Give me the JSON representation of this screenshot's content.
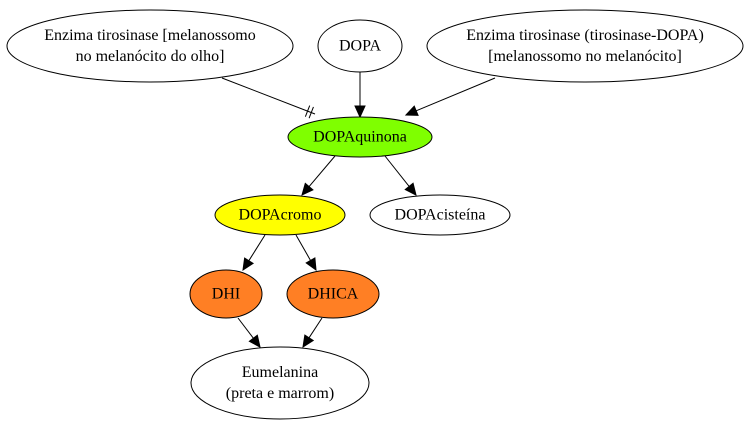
{
  "diagram": {
    "nodes": [
      {
        "id": "tyr_eye",
        "lines": [
          "Enzima tirosinase [melanossomo",
          "no melanócito do olho]"
        ],
        "fill": "#ffffff"
      },
      {
        "id": "dopa",
        "lines": [
          "DOPA"
        ],
        "fill": "#ffffff"
      },
      {
        "id": "tyr_skin",
        "lines": [
          "Enzima tirosinase (tirosinase-DOPA)",
          "[melanossomo no melanócito]"
        ],
        "fill": "#ffffff"
      },
      {
        "id": "dopaquinona",
        "lines": [
          "DOPAquinona"
        ],
        "fill": "#7fff00"
      },
      {
        "id": "dopacromo",
        "lines": [
          "DOPAcromo"
        ],
        "fill": "#ffff00"
      },
      {
        "id": "dopacisteina",
        "lines": [
          "DOPAcisteína"
        ],
        "fill": "#ffffff"
      },
      {
        "id": "dhi",
        "lines": [
          "DHI"
        ],
        "fill": "#ff7f24"
      },
      {
        "id": "dhica",
        "lines": [
          "DHICA"
        ],
        "fill": "#ff7f24"
      },
      {
        "id": "eumelanina",
        "lines": [
          "Eumelanina",
          "(preta e marrom)"
        ],
        "fill": "#ffffff"
      }
    ],
    "edges": [
      {
        "from": "tyr_eye",
        "to": "dopaquinona",
        "style": "tee-double-bar"
      },
      {
        "from": "dopa",
        "to": "dopaquinona",
        "style": "arrow"
      },
      {
        "from": "tyr_skin",
        "to": "dopaquinona",
        "style": "arrow"
      },
      {
        "from": "dopaquinona",
        "to": "dopacromo",
        "style": "arrow"
      },
      {
        "from": "dopaquinona",
        "to": "dopacisteina",
        "style": "arrow"
      },
      {
        "from": "dopacromo",
        "to": "dhi",
        "style": "arrow"
      },
      {
        "from": "dopacromo",
        "to": "dhica",
        "style": "arrow"
      },
      {
        "from": "dhi",
        "to": "eumelanina",
        "style": "arrow"
      },
      {
        "from": "dhica",
        "to": "eumelanina",
        "style": "arrow"
      }
    ]
  }
}
